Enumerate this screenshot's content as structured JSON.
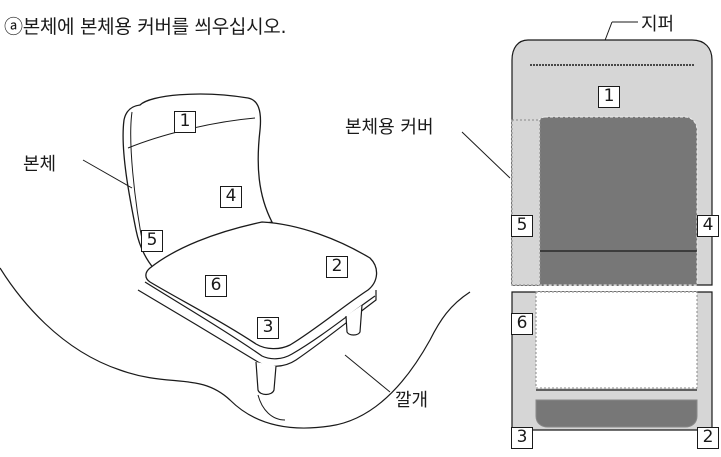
{
  "instruction": "ⓐ본체에 본체용 커버를 씌우십시오.",
  "labels": {
    "zipper": "지퍼",
    "body": "본체",
    "body_cover": "본체용 커버",
    "mat": "깔개"
  },
  "chair_markers": [
    "1",
    "4",
    "5",
    "6",
    "2",
    "3"
  ],
  "cover_markers": [
    "1",
    "5",
    "4",
    "6",
    "3",
    "2"
  ],
  "colors": {
    "cover_outer": "#d6d6d6",
    "cover_panel": "#777777",
    "ink": "#1a1a1a"
  }
}
